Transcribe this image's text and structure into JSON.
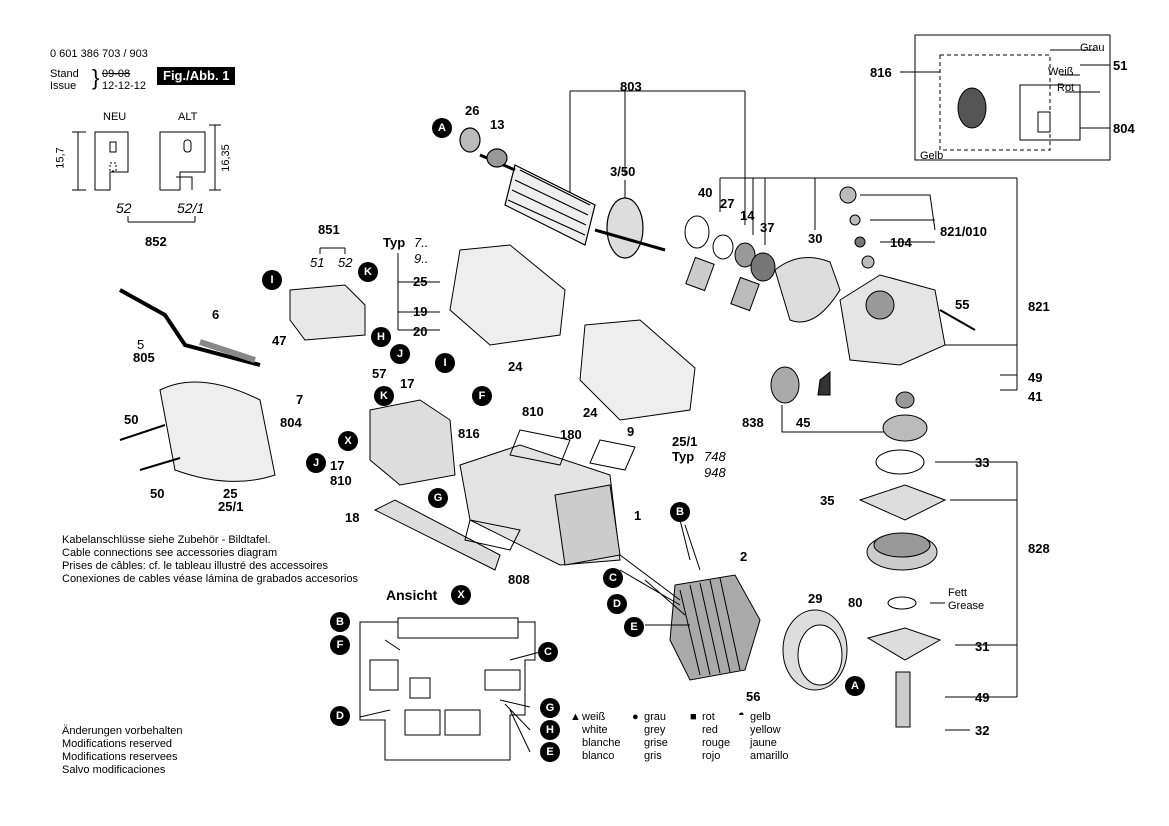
{
  "header": {
    "part_number": "0 601 386 703 / 903",
    "stand_label": "Stand",
    "issue_label": "Issue",
    "stand_date_struck": "09-08",
    "issue_date": "12-12-12",
    "fig_label": "Fig./Abb. 1"
  },
  "brush_inset": {
    "neu": "NEU",
    "alt": "ALT",
    "dim_left": "15,7",
    "dim_right": "16,35",
    "part_left": "52",
    "part_right": "52/1",
    "group": "852"
  },
  "wiring_inset": {
    "grau": "Grau",
    "weiss": "Weiß",
    "rot": "Rot",
    "gelb": "Gelb",
    "ref_left": "816",
    "ref_right_top": "51",
    "ref_right_bottom": "804"
  },
  "type_labels": {
    "typ1": "Typ",
    "typ1_a": "7..",
    "typ1_b": "9..",
    "typ2": "Typ",
    "typ2_a": "748",
    "typ2_b": "948"
  },
  "part_numbers": {
    "p803": "803",
    "p26": "26",
    "p13": "13",
    "p3_50": "3/50",
    "p40": "40",
    "p27": "27",
    "p14": "14",
    "p37": "37",
    "p30": "30",
    "p821_010": "821/010",
    "p104": "104",
    "p821": "821",
    "p55": "55",
    "p851": "851",
    "p51": "51",
    "p52": "52",
    "p25": "25",
    "p19": "19",
    "p20": "20",
    "p47": "47",
    "p6": "6",
    "p5": "5",
    "p805": "805",
    "p57": "57",
    "p24a": "24",
    "p17a": "17",
    "p810a": "810",
    "p7": "7",
    "p804": "804",
    "p816": "816",
    "p24b": "24",
    "p25_1": "25/1",
    "p180": "180",
    "p9": "9",
    "p838": "838",
    "p45": "45",
    "p49a": "49",
    "p41": "41",
    "p33": "33",
    "p35": "35",
    "p828": "828",
    "p80": "80",
    "p31": "31",
    "p49b": "49",
    "p32": "32",
    "p29": "29",
    "p2": "2",
    "p56": "56",
    "p1": "1",
    "p18": "18",
    "p808": "808",
    "p50a": "50",
    "p50b": "50",
    "p25b": "25",
    "p25_1b": "25/1",
    "p17b": "17",
    "p810b": "810"
  },
  "grease": {
    "fett": "Fett",
    "grease": "Grease"
  },
  "cable_note": [
    "Kabelanschlüsse siehe Zubehör - Bildtafel.",
    "Cable connections see accessories diagram",
    "Prises de câbles: cf. le tableau illustré des accessoires",
    "Conexiones de cables véase lámina de grabados accesorios"
  ],
  "ansicht": {
    "label": "Ansicht"
  },
  "legend": {
    "white": [
      "weiß",
      "white",
      "blanche",
      "blanco"
    ],
    "grey": [
      "grau",
      "grey",
      "grise",
      "gris"
    ],
    "red": [
      "rot",
      "red",
      "rouge",
      "rojo"
    ],
    "yellow": [
      "gelb",
      "yellow",
      "jaune",
      "amarillo"
    ]
  },
  "footer": [
    "Änderungen vorbehalten",
    "Modifications reserved",
    "Modifications reservees",
    "Salvo modificaciones"
  ],
  "markers": {
    "A": "A",
    "B": "B",
    "C": "C",
    "D": "D",
    "E": "E",
    "F": "F",
    "G": "G",
    "H": "H",
    "I": "I",
    "J": "J",
    "K": "K",
    "X": "X"
  }
}
